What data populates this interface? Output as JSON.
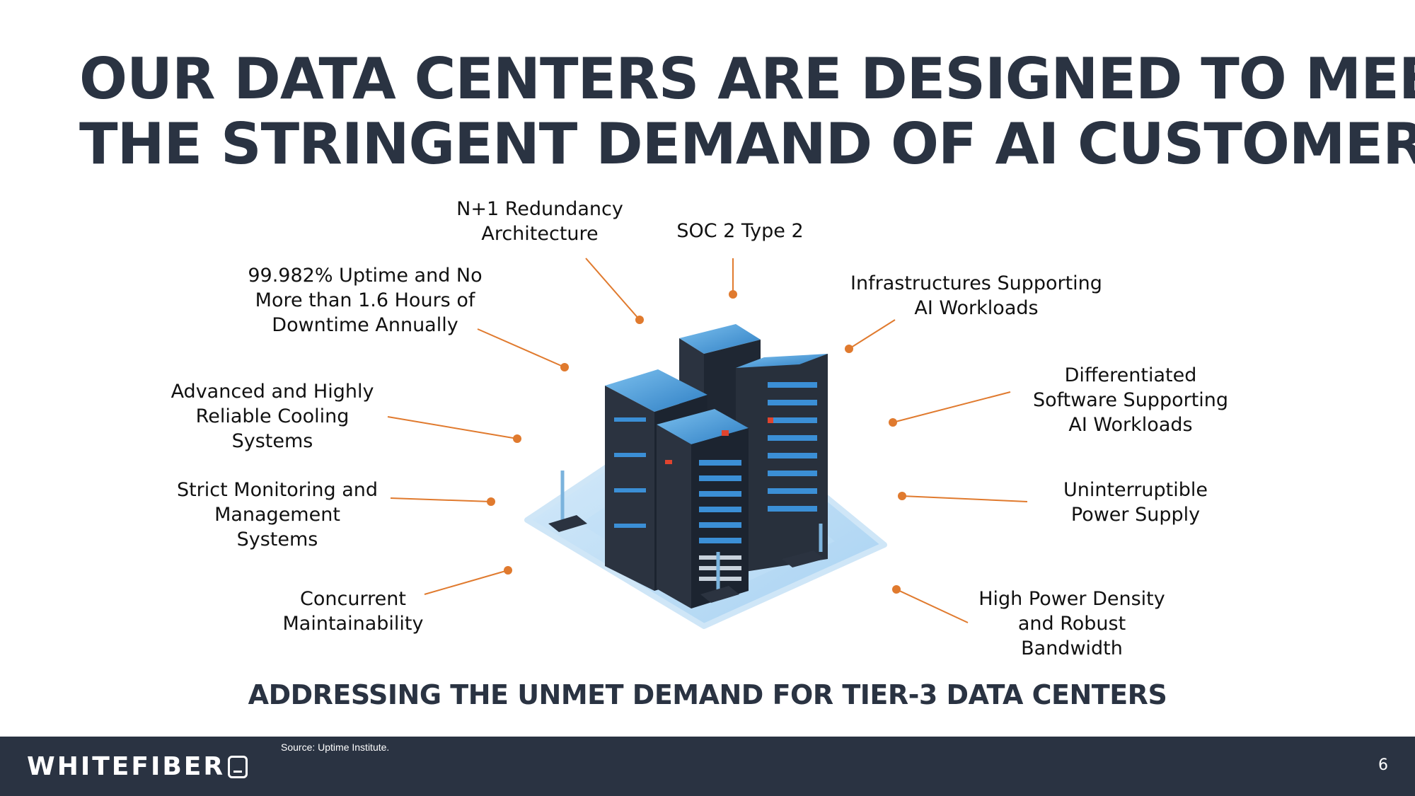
{
  "title": {
    "line1": "OUR DATA CENTERS ARE DESIGNED TO MEET",
    "line2": "THE STRINGENT DEMAND OF AI CUSTOMERS"
  },
  "features": {
    "redundancy": "N+1 Redundancy\nArchitecture",
    "soc2": "SOC 2 Type 2",
    "uptime": "99.982% Uptime and No\nMore than 1.6 Hours of\nDowntime Annually",
    "infrastructure": "Infrastructures Supporting\nAI Workloads",
    "cooling": "Advanced and Highly\nReliable Cooling\nSystems",
    "software": "Differentiated\nSoftware Supporting\nAI Workloads",
    "monitoring": "Strict Monitoring and\nManagement\nSystems",
    "ups": "Uninterruptible\nPower Supply",
    "maintainability": "Concurrent\nMaintainability",
    "power": "High Power Density\nand Robust\nBandwidth"
  },
  "subtitle": "ADDRESSING THE UNMET DEMAND FOR TIER-3 DATA CENTERS",
  "footer": {
    "logo": "WHITEFIBER",
    "source": "Source: Uptime Institute.",
    "page_number": "6"
  },
  "colors": {
    "accent": "#e07a2e",
    "navy": "#2a3342",
    "server_blue": "#3b8fd6"
  }
}
